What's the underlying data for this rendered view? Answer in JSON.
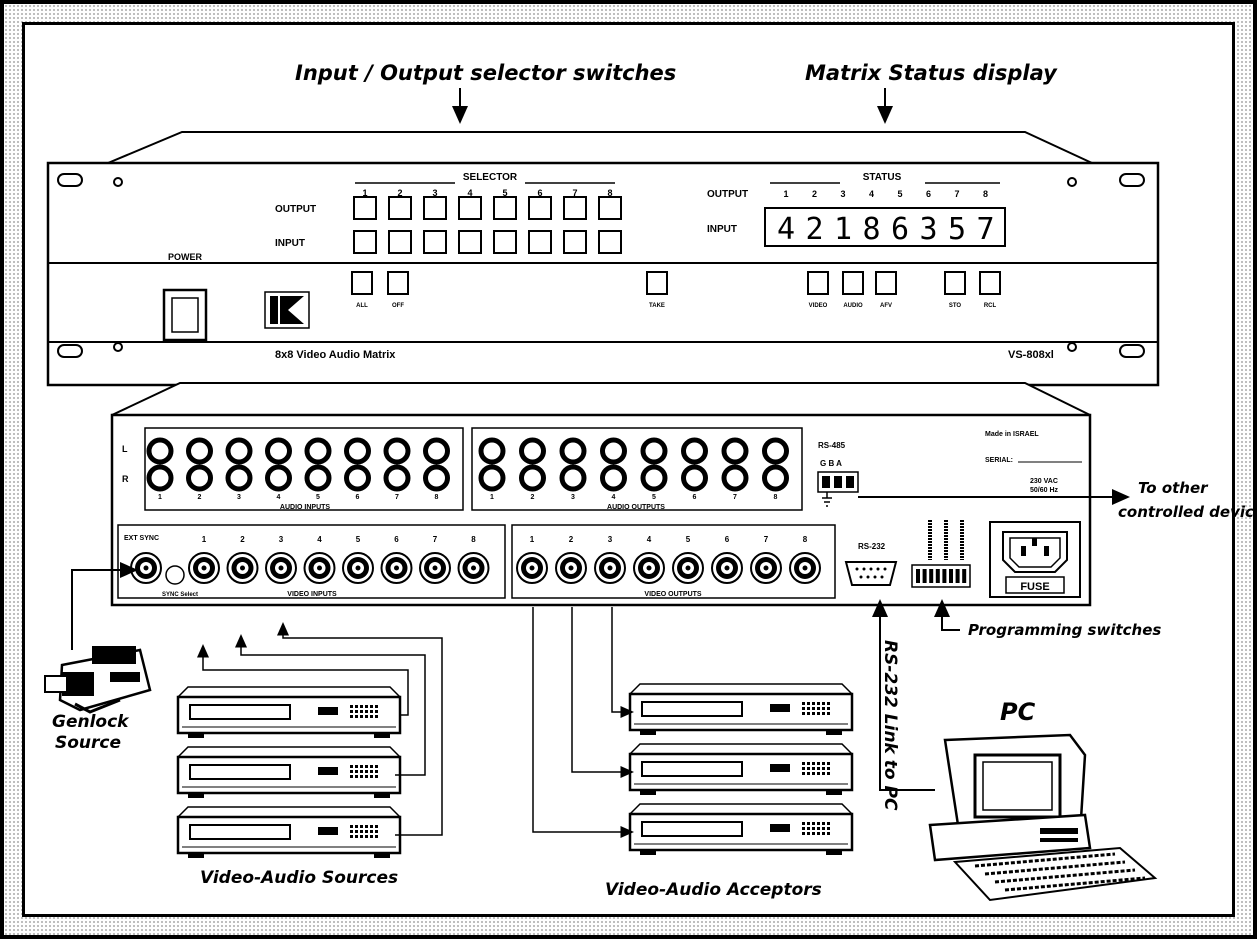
{
  "callouts": {
    "selector_switches": "Input / Output selector switches",
    "status_display": "Matrix Status display",
    "to_other_devices_1": "To other",
    "to_other_devices_2": "controlled devices",
    "programming_switches": "Programming switches",
    "rs232_link": "RS-232 Link to PC",
    "pc": "PC",
    "genlock_1": "Genlock",
    "genlock_2": "Source",
    "sources": "Video-Audio Sources",
    "acceptors": "Video-Audio Acceptors"
  },
  "front_panel": {
    "selector_title": "SELECTOR",
    "status_title": "STATUS",
    "output_label": "OUTPUT",
    "input_label": "INPUT",
    "status_output_label": "OUTPUT",
    "status_input_label": "INPUT",
    "power_label": "POWER",
    "selector_numbers": [
      "1",
      "2",
      "3",
      "4",
      "5",
      "6",
      "7",
      "8"
    ],
    "status_numbers": [
      "1",
      "2",
      "3",
      "4",
      "5",
      "6",
      "7",
      "8"
    ],
    "status_digits": [
      "4",
      "2",
      "1",
      "8",
      "6",
      "3",
      "5",
      "7"
    ],
    "btn_all": "ALL",
    "btn_off": "OFF",
    "btn_take": "TAKE",
    "btn_video": "VIDEO",
    "btn_audio": "AUDIO",
    "btn_afv": "AFV",
    "btn_sto": "STO",
    "btn_rcl": "RCL",
    "model_desc": "8x8 Video Audio Matrix",
    "model_name": "VS-808xl"
  },
  "rear_panel": {
    "row_l": "L",
    "row_r": "R",
    "audio_inputs": "AUDIO INPUTS",
    "audio_outputs": "AUDIO OUTPUTS",
    "video_inputs": "VIDEO INPUTS",
    "video_outputs": "VIDEO OUTPUTS",
    "numbers": [
      "1",
      "2",
      "3",
      "4",
      "5",
      "6",
      "7",
      "8"
    ],
    "rs485": "RS-485",
    "gba": "G B A",
    "made_in": "Made in ISRAEL",
    "serial": "SERIAL:",
    "vac": "230 VAC",
    "hz": "50/60 Hz",
    "rs232": "RS-232",
    "ext_sync": "EXT SYNC",
    "sync_select": "SYNC Select",
    "fuse": "FUSE"
  }
}
